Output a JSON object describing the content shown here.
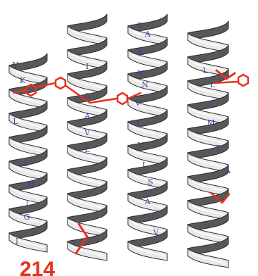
{
  "figure": {
    "caption": "214",
    "colors": {
      "background": "#ffffff",
      "ribbon_light": "#e9e9ea",
      "ribbon_dark": "#585858",
      "outline": "#2e2e2e",
      "label": "#3c44a0",
      "side_chain": "#e8321e"
    }
  },
  "helices": [
    {
      "name": "helix-1",
      "residues": [
        "V",
        "K",
        "L",
        "L",
        "M",
        "L",
        "G",
        "I"
      ]
    },
    {
      "name": "helix-2",
      "residues": [
        "I",
        "I",
        "G",
        "A",
        "V",
        "L"
      ]
    },
    {
      "name": "helix-3",
      "residues": [
        "S",
        "A",
        "K",
        "V",
        "N",
        "V",
        "L",
        "V",
        "L",
        "S",
        "A",
        "V",
        "V"
      ]
    },
    {
      "name": "helix-4",
      "residues": [
        "L",
        "L",
        "L",
        "M",
        "T",
        "A"
      ]
    }
  ],
  "side_chains": [
    "aromatic-ring",
    "aromatic-ring",
    "aromatic-ring",
    "aromatic-ring",
    "stick",
    "stick"
  ]
}
